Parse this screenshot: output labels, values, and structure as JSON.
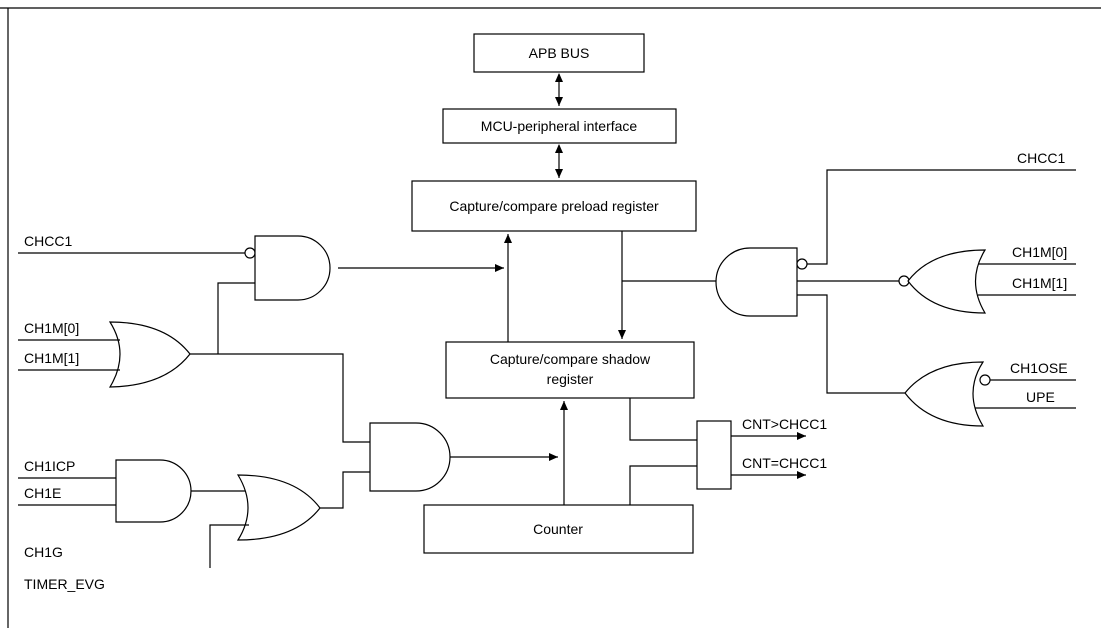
{
  "blocks": {
    "apb_bus": "APB BUS",
    "mcu_interface": "MCU-peripheral interface",
    "preload_register": "Capture/compare preload register",
    "shadow_register_line1": "Capture/compare shadow",
    "shadow_register_line2": "register",
    "counter": "Counter"
  },
  "signals": {
    "chcc1_left": "CHCC1",
    "ch1m0_left": "CH1M[0]",
    "ch1m1_left": "CH1M[1]",
    "ch1icp": "CH1ICP",
    "ch1e": "CH1E",
    "ch1g": "CH1G",
    "timer_evg": "TIMER_EVG",
    "chcc1_right": "CHCC1",
    "ch1m0_right": "CH1M[0]",
    "ch1m1_right": "CH1M[1]",
    "ch1ose": "CH1OSE",
    "upe": "UPE",
    "cnt_gt": "CNT>CHCC1",
    "cnt_eq": "CNT=CHCC1"
  }
}
